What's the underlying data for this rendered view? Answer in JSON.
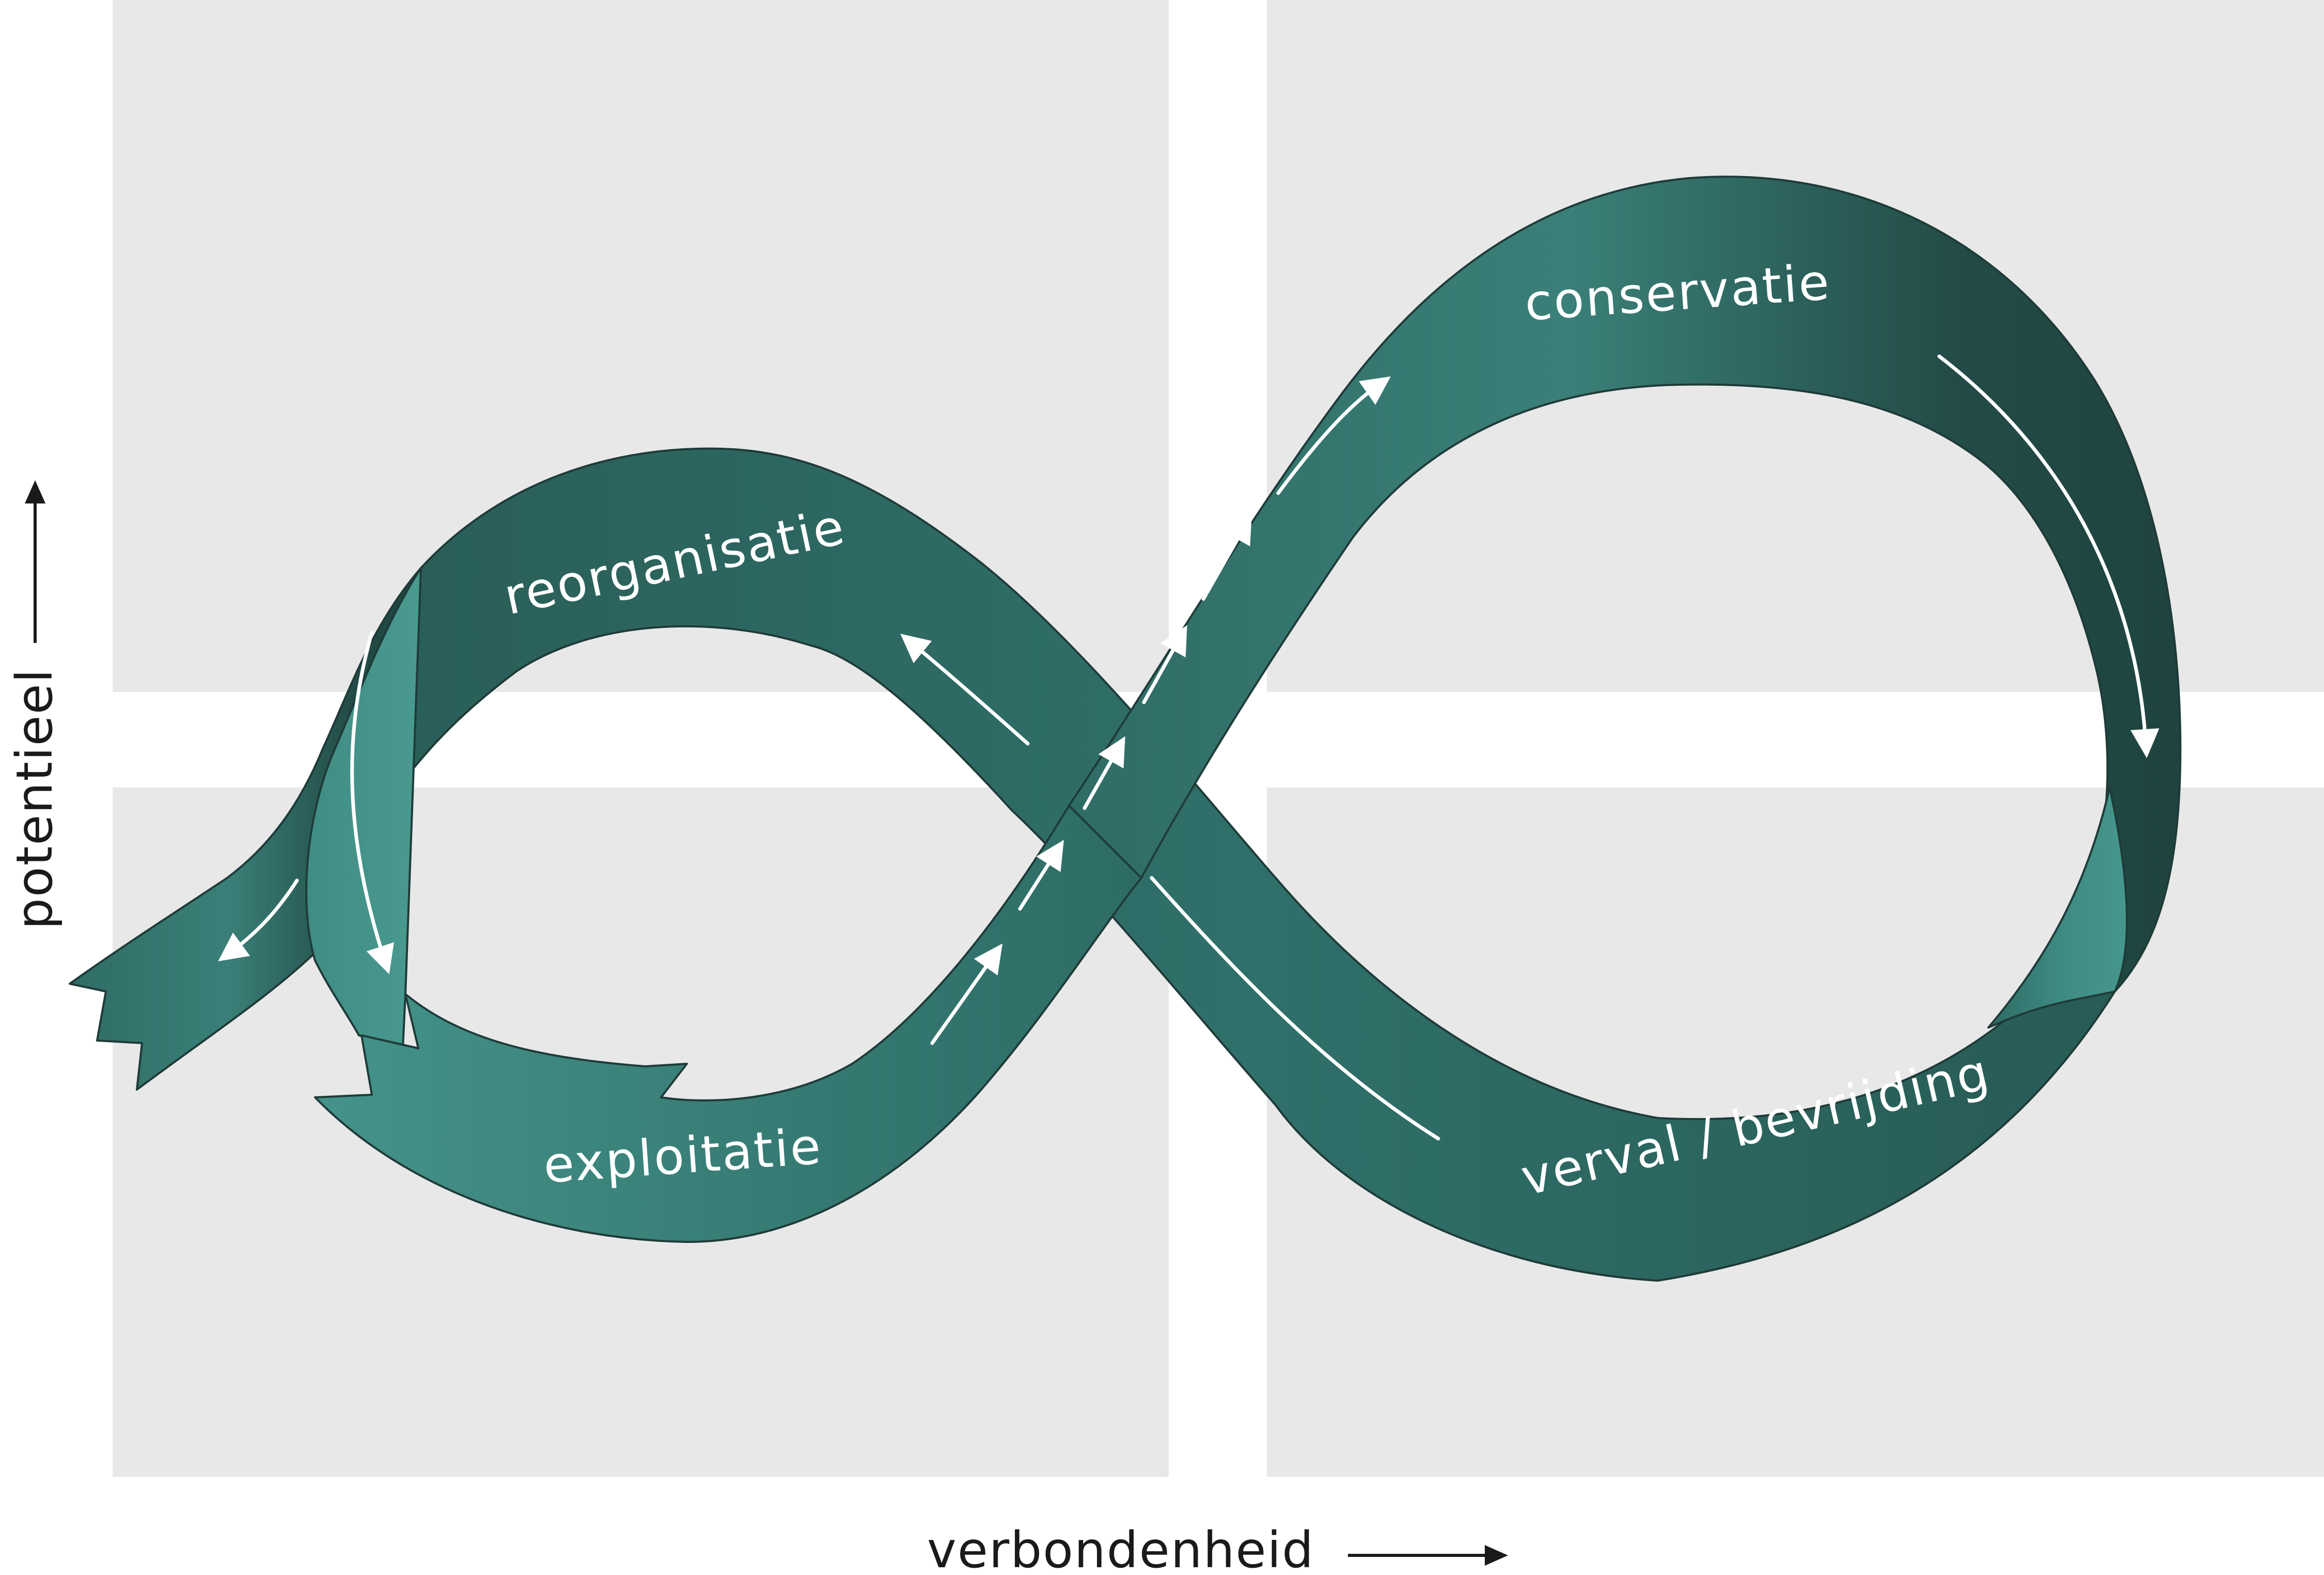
{
  "phases": {
    "reorganisatie": "reorganisatie",
    "conservatie": "conservatie",
    "exploitatie": "exploitatie",
    "verval": "verval / bevrijding"
  },
  "axes": {
    "x_label": "verbondenheid",
    "y_label": "potentieel"
  },
  "colors": {
    "background_quadrant": "#e8e8e8",
    "ribbon_dark": "#1f4a44",
    "ribbon_mid": "#33766e",
    "ribbon_light": "#46968c",
    "arrow": "#ffffff",
    "axis": "#1a1a1a"
  }
}
